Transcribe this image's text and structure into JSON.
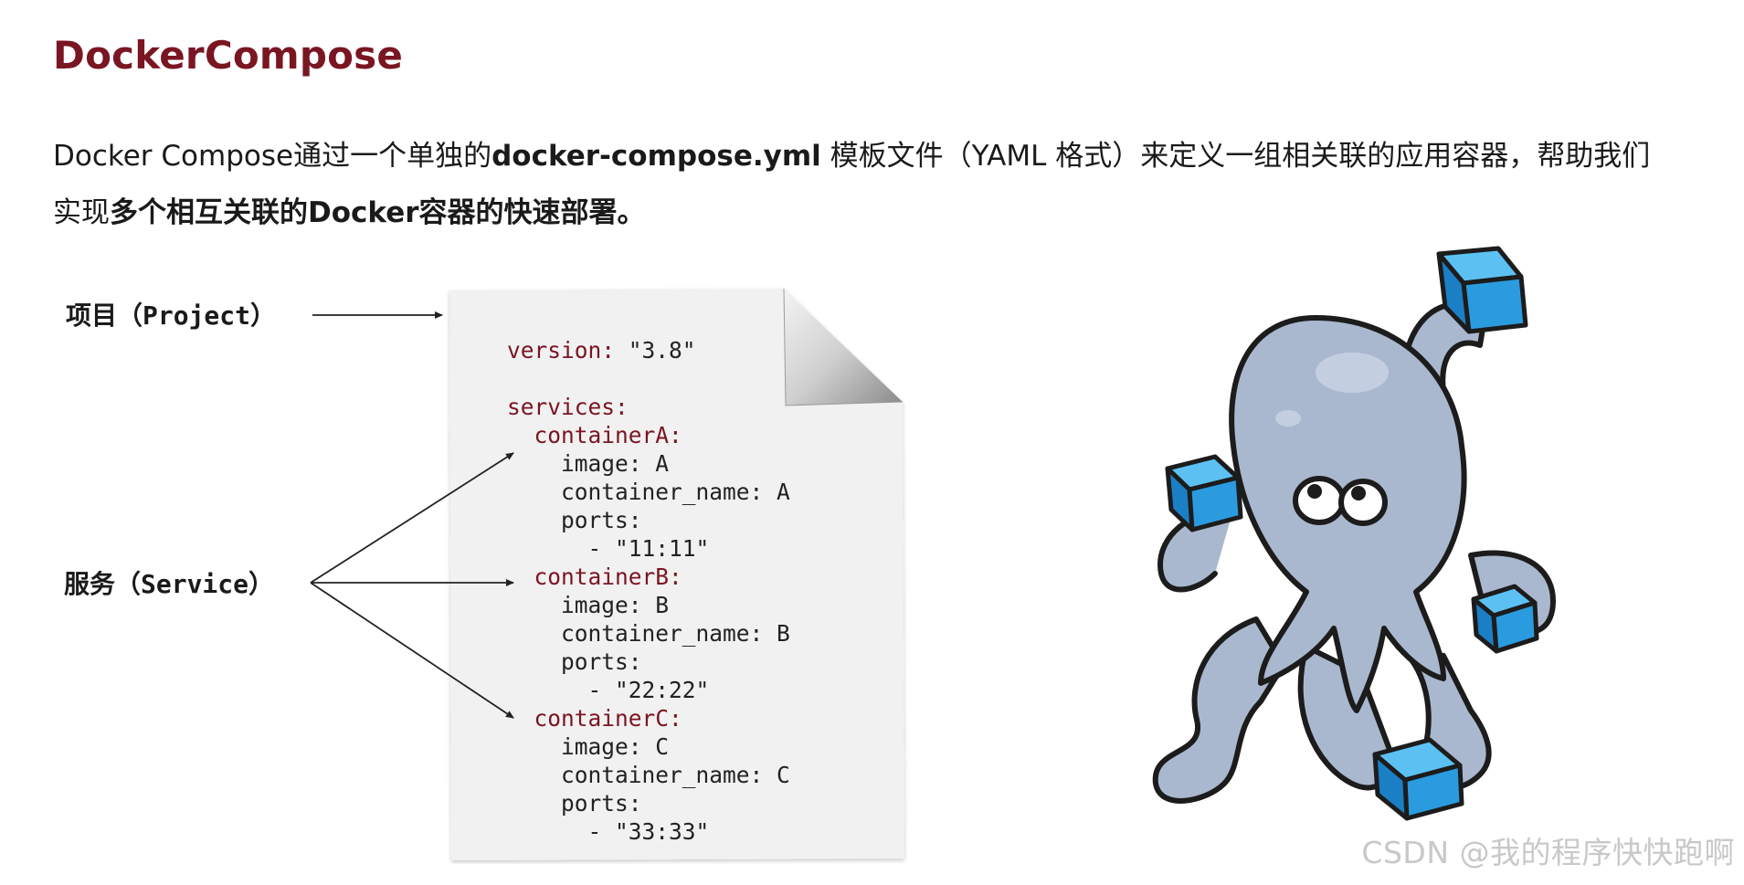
{
  "title": "DockerCompose",
  "intro": {
    "part1": "Docker Compose通过一个单独的",
    "file_bold": "docker-compose.yml",
    "part2": " 模板文件（YAML 格式）来定义一组相关联的应用容器，帮助我们实现",
    "highlight_bold": "多个相互关联的Docker容器的快速部署。"
  },
  "labels": {
    "project": "项目（Project）",
    "service": "服务（Service）"
  },
  "code_lines": [
    {
      "indent": "",
      "key": "version:",
      "rest": " \"3.8\""
    },
    {
      "indent": "",
      "key": "",
      "rest": ""
    },
    {
      "indent": "",
      "key": "services:",
      "rest": ""
    },
    {
      "indent": "  ",
      "key": "containerA:",
      "rest": ""
    },
    {
      "indent": "    ",
      "key": "",
      "rest": "image: A"
    },
    {
      "indent": "    ",
      "key": "",
      "rest": "container_name: A"
    },
    {
      "indent": "    ",
      "key": "",
      "rest": "ports:"
    },
    {
      "indent": "      ",
      "key": "",
      "rest": "- \"11:11\""
    },
    {
      "indent": "  ",
      "key": "containerB:",
      "rest": ""
    },
    {
      "indent": "    ",
      "key": "",
      "rest": "image: B"
    },
    {
      "indent": "    ",
      "key": "",
      "rest": "container_name: B"
    },
    {
      "indent": "    ",
      "key": "",
      "rest": "ports:"
    },
    {
      "indent": "      ",
      "key": "",
      "rest": "- \"22:22\""
    },
    {
      "indent": "  ",
      "key": "containerC:",
      "rest": ""
    },
    {
      "indent": "    ",
      "key": "",
      "rest": "image: C"
    },
    {
      "indent": "    ",
      "key": "",
      "rest": "container_name: C"
    },
    {
      "indent": "    ",
      "key": "",
      "rest": "ports:"
    },
    {
      "indent": "      ",
      "key": "",
      "rest": "- \"33:33\""
    }
  ],
  "watermark": "CSDN @我的程序快快跑啊",
  "colors": {
    "title": "#7a1522",
    "octopus_body": "#aab8cf",
    "container_box": "#2b9be0"
  }
}
